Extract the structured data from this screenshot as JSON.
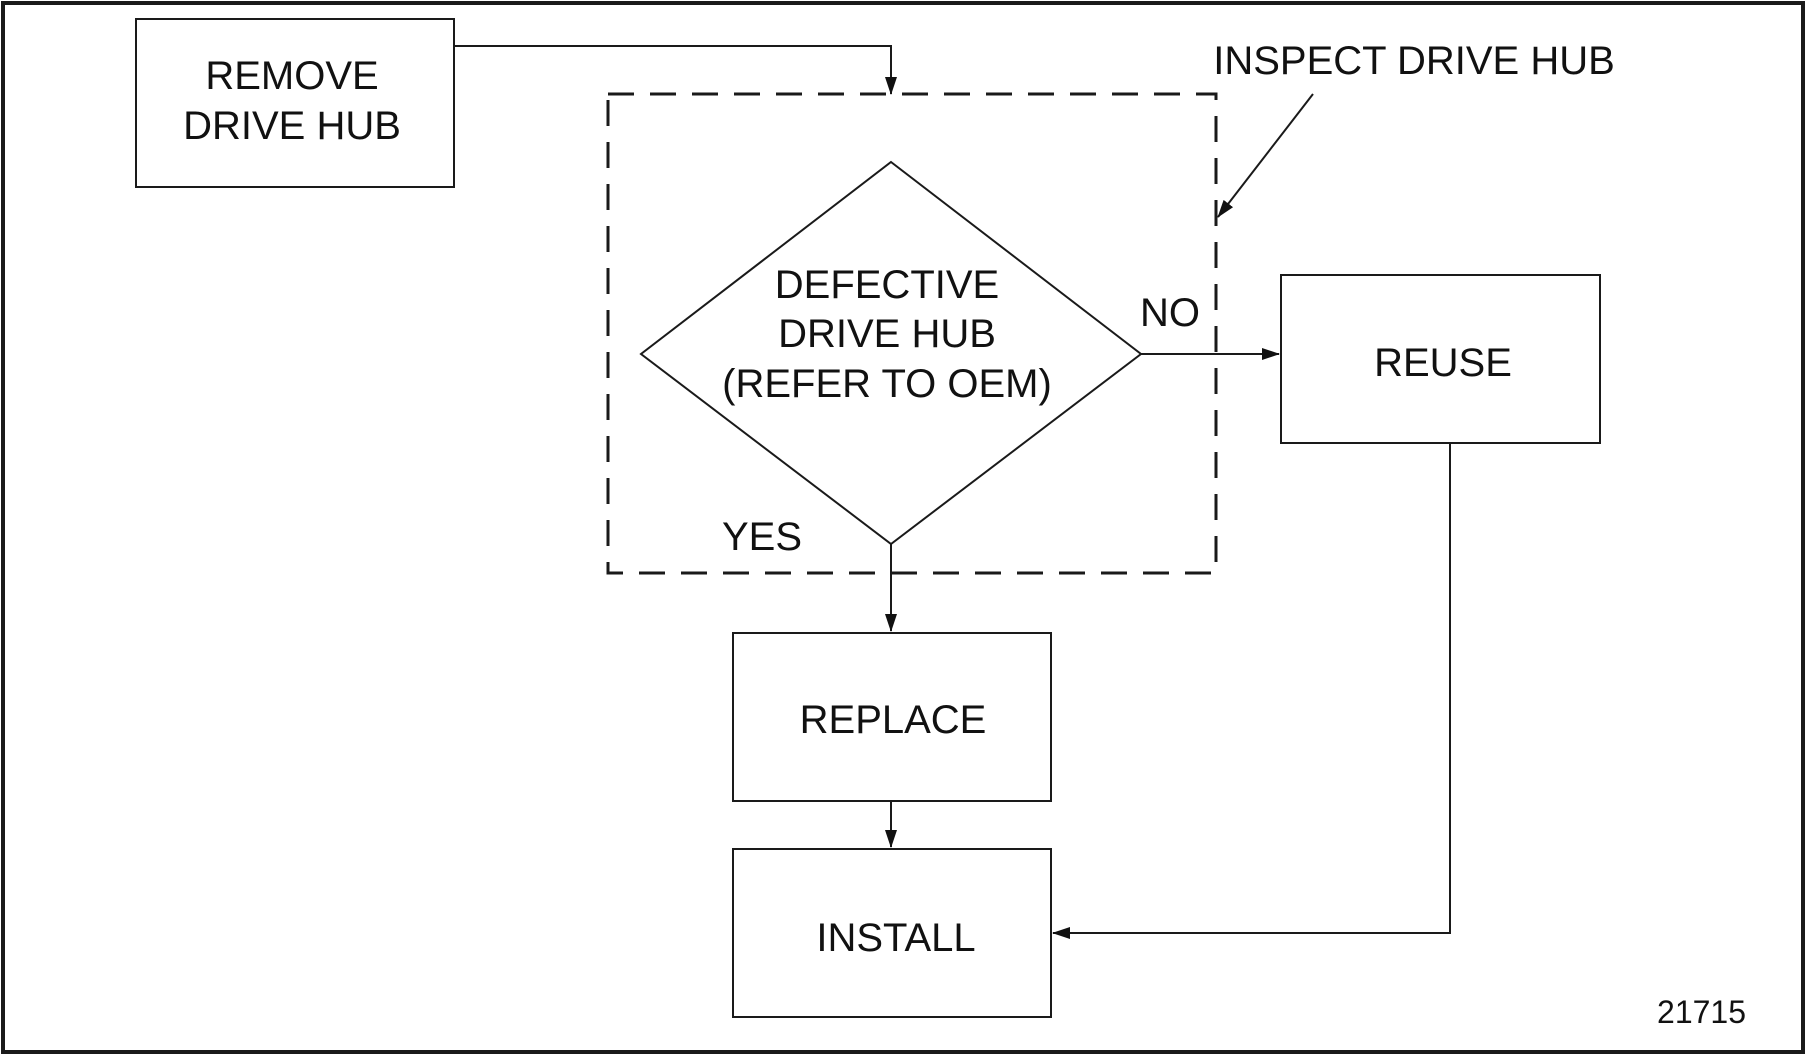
{
  "diagram": {
    "nodes": {
      "remove": {
        "line1": "REMOVE",
        "line2": "DRIVE HUB"
      },
      "decision": {
        "line1": "DEFECTIVE",
        "line2": "DRIVE HUB",
        "line3": "(REFER TO OEM)"
      },
      "reuse": {
        "label": "REUSE"
      },
      "replace": {
        "label": "REPLACE"
      },
      "install": {
        "label": "INSTALL"
      }
    },
    "edge_labels": {
      "no": "NO",
      "yes": "YES"
    },
    "callout": {
      "label": "INSPECT DRIVE HUB"
    },
    "figure_number": "21715"
  }
}
